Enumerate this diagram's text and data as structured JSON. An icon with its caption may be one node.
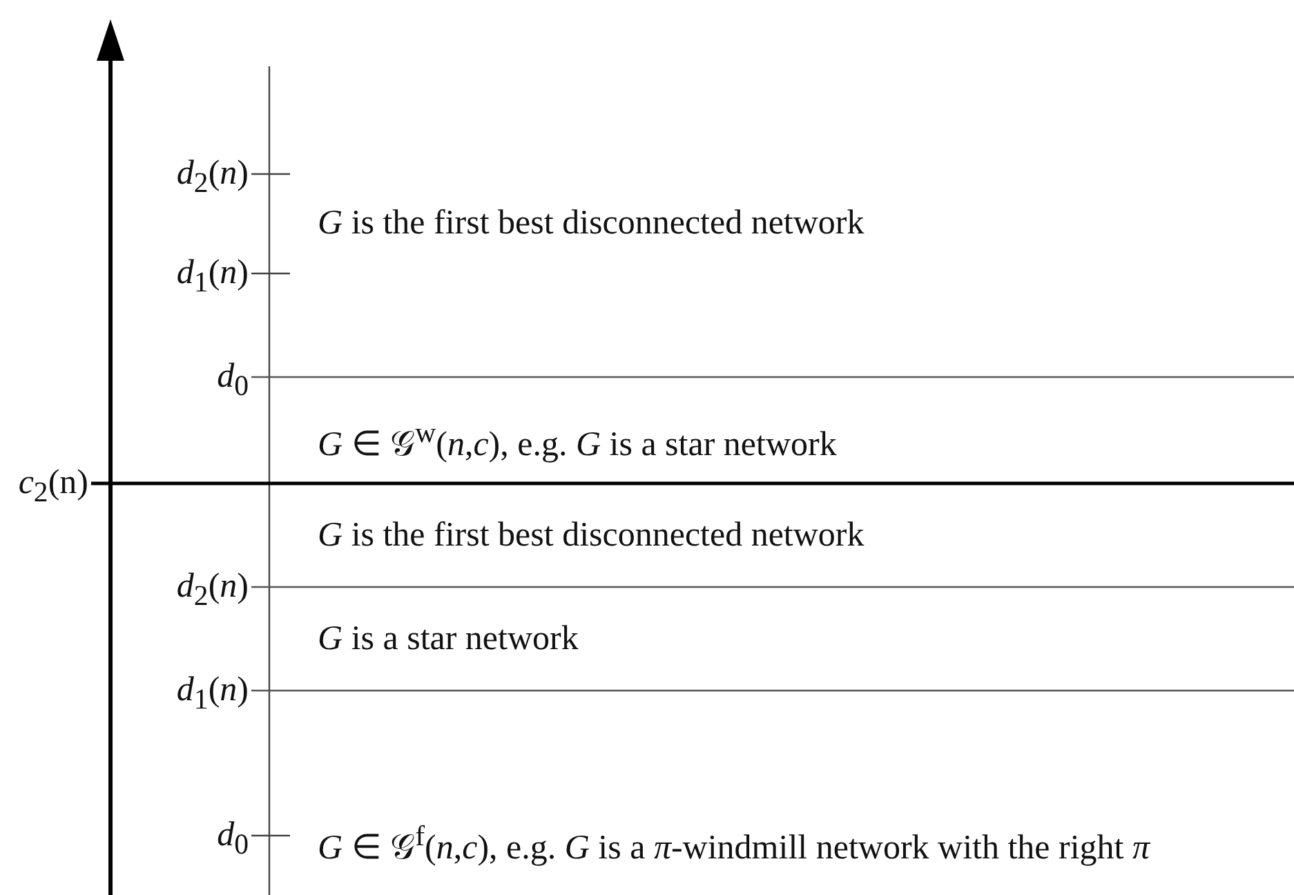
{
  "diagram": {
    "labels": [
      "*d*$_{2}$(*n*)",
      "*G* is the first best disconnected network",
      "*d*$_{1}$(*n*)",
      "*d*$_{0}$",
      "*G* ∈ 𝒢$^{w}$(*n*,*c*), e.g. *G* is a star network",
      "*c*$_{2}$(n)",
      "*G* is the first best disconnected network",
      "*d*$_{2}$(*n*)",
      "*G* is a star network",
      "*d*$_{1}$(*n*)",
      "*d*$_{0}$",
      "*G* ∈ 𝒢$^{f}$(*n*,*c*), e.g. *G* is a *π*-windmill network with the right *π*"
    ]
  }
}
